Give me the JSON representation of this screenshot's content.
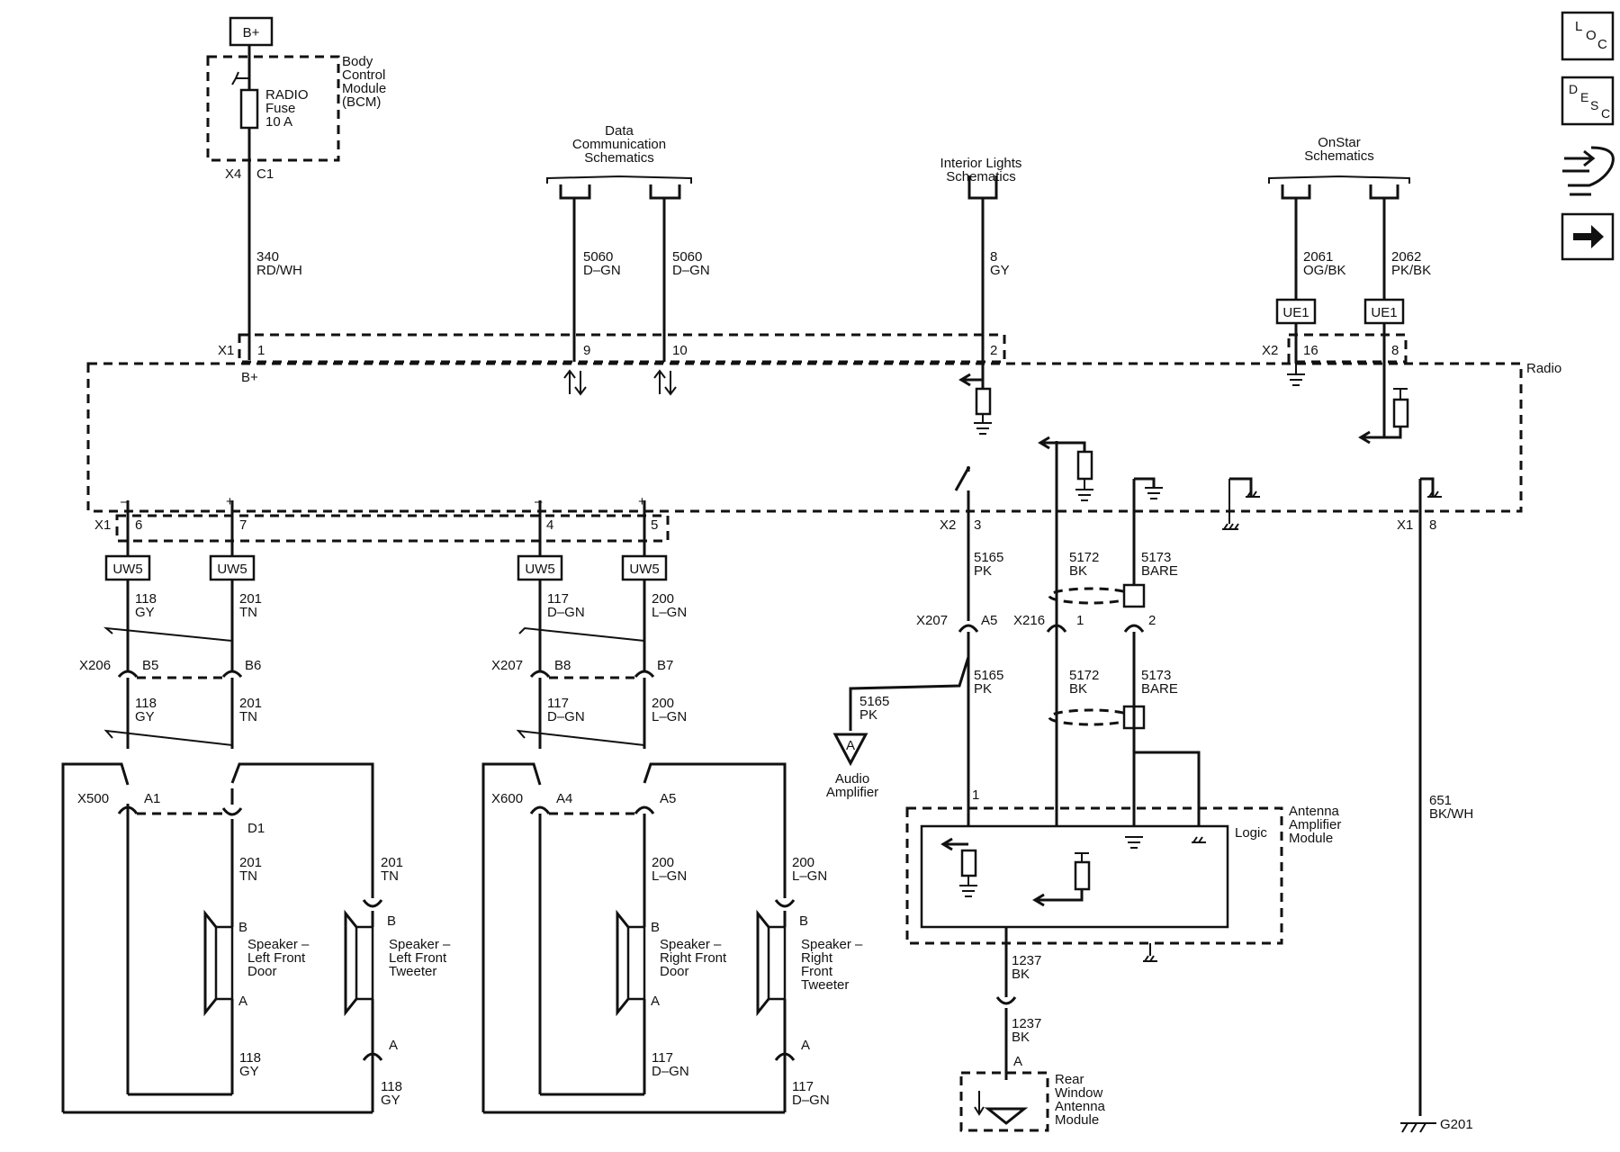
{
  "left_labels": {
    "bplus": "B+",
    "bcm_name": "Body\nControl\nModule\n(BCM)",
    "fuse": "RADIO\nFuse\n10 A",
    "x4": "X4",
    "c1": "C1",
    "w340": "340\nRD/WH",
    "x1_top": "X1",
    "pin1": "1",
    "bplus_in": "B+"
  },
  "data_comm": {
    "title": "Data\nCommunication\nSchematics",
    "wire_a": "5060\nD–GN",
    "wire_b": "5060\nD–GN",
    "pin_a": "9",
    "pin_b": "10"
  },
  "interior": {
    "title": "Interior Lights\nSchematics",
    "wire": "8\nGY",
    "pin": "2"
  },
  "onstar": {
    "title": "OnStar\nSchematics",
    "wire_a": "2061\nOG/BK",
    "wire_b": "2062\nPK/BK",
    "ue1a": "UE1",
    "ue1b": "UE1",
    "x2": "X2",
    "pin_a": "16",
    "pin_b": "8"
  },
  "radio_label": "Radio",
  "bottom_pins": {
    "x1": "X1",
    "p6": "6",
    "p7": "7",
    "p4": "4",
    "p5": "5",
    "minus": "–",
    "plus": "+",
    "x2": "X2",
    "p3": "3",
    "x1b": "X1",
    "p8": "8"
  },
  "uw5": "UW5",
  "left_circuit": {
    "w118": "118\nGY",
    "w201": "201\nTN",
    "x206": "X206",
    "b5": "B5",
    "b6": "B6",
    "w118b": "118\nGY",
    "w201b": "201\nTN",
    "x500": "X500",
    "a1": "A1",
    "d1": "D1",
    "w201c": "201\nTN",
    "w201d": "201\nTN",
    "spk_door": "Speaker –\nLeft Front\nDoor",
    "spk_tw": "Speaker –\nLeft Front\nTweeter",
    "b": "B",
    "a": "A",
    "w118c": "118\nGY",
    "w118d": "118\nGY"
  },
  "mid_circuit": {
    "w117": "117\nD–GN",
    "w200": "200\nL–GN",
    "x207": "X207",
    "b8": "B8",
    "b7": "B7",
    "w117b": "117\nD–GN",
    "w200b": "200\nL–GN",
    "x600": "X600",
    "a4": "A4",
    "a5": "A5",
    "w200c": "200\nL–GN",
    "w200d": "200\nL–GN",
    "spk_door": "Speaker –\nRight Front\nDoor",
    "spk_tw": "Speaker –\nRight\nFront\nTweeter",
    "w117c": "117\nD–GN",
    "w117d": "117\nD–GN"
  },
  "right_circuit": {
    "w5165": "5165\nPK",
    "w5172": "5172\nBK",
    "w5173": "5173\nBARE",
    "x207": "X207",
    "a5": "A5",
    "x216": "X216",
    "p1": "1",
    "p2": "2",
    "w5165b": "5165\nPK",
    "w5172b": "5172\nBK",
    "w5173b": "5173\nBARE",
    "w5165c": "5165\nPK",
    "amp": "Audio\nAmplifier",
    "amp_a": "A",
    "pin1": "1",
    "logic": "Logic",
    "aam": "Antenna\nAmplifier\nModule",
    "w1237": "1237\nBK",
    "w1237b": "1237\nBK",
    "ra": "A",
    "rwam": "Rear\nWindow\nAntenna\nModule",
    "w651": "651\nBK/WH",
    "g201": "G201"
  },
  "side_icons": [
    "loc-icon",
    "desc-icon",
    "connector-icon",
    "next-arrow-icon"
  ],
  "side_icon_text": {
    "loc": [
      "L",
      "O",
      "C"
    ],
    "desc": [
      "D",
      "E",
      "S",
      "C"
    ]
  }
}
